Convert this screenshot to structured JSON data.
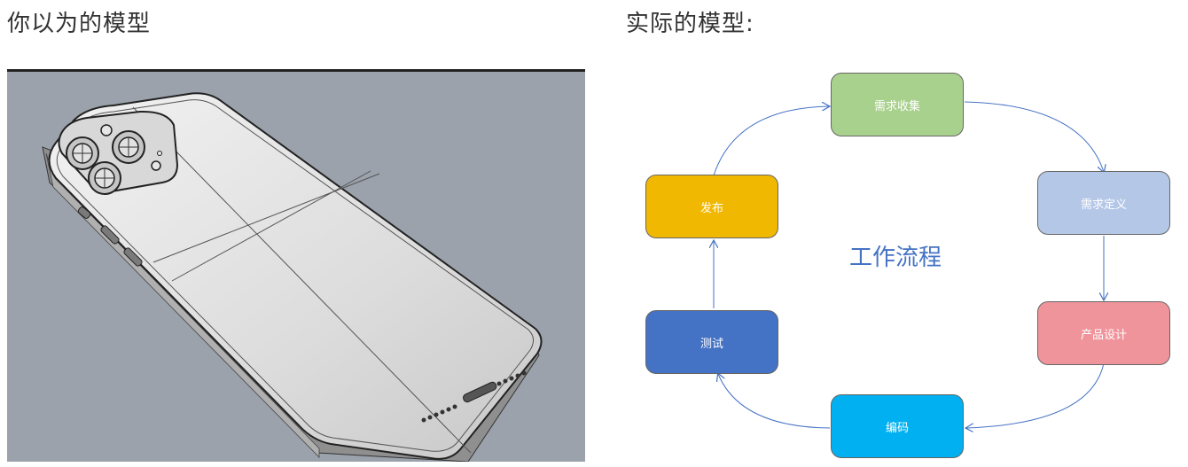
{
  "left_title": "你以为的模型",
  "right_title": "实际的模型:",
  "flowchart": {
    "center_label": "工作流程",
    "nodes": [
      {
        "id": "collect",
        "label": "需求收集",
        "color": "#a9d18e"
      },
      {
        "id": "define",
        "label": "需求定义",
        "color": "#b4c7e7"
      },
      {
        "id": "design",
        "label": "产品设计",
        "color": "#f0949b"
      },
      {
        "id": "code",
        "label": "编码",
        "color": "#00b0f0"
      },
      {
        "id": "test",
        "label": "测试",
        "color": "#4472c4"
      },
      {
        "id": "release",
        "label": "发布",
        "color": "#f0b800"
      }
    ],
    "arrow_color": "#4472c4"
  }
}
